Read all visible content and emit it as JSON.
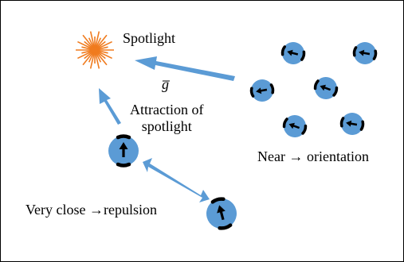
{
  "diagram": {
    "labels": {
      "spotlight": "Spotlight",
      "g_bar": "g̅",
      "attraction_line1": "Attraction of",
      "attraction_line2": "spotlight",
      "near_orientation": "Near → orientation",
      "very_close_repulsion": "Very close →repulsion"
    },
    "colors": {
      "robot_fill": "#5B9BD5",
      "arrow_fill": "#5B9BD5",
      "spotlight": "#F07B1E",
      "text": "#000000"
    },
    "icons": {
      "spotlight": "starburst-icon",
      "robot": "robot-disc-with-heading-arrow"
    }
  }
}
